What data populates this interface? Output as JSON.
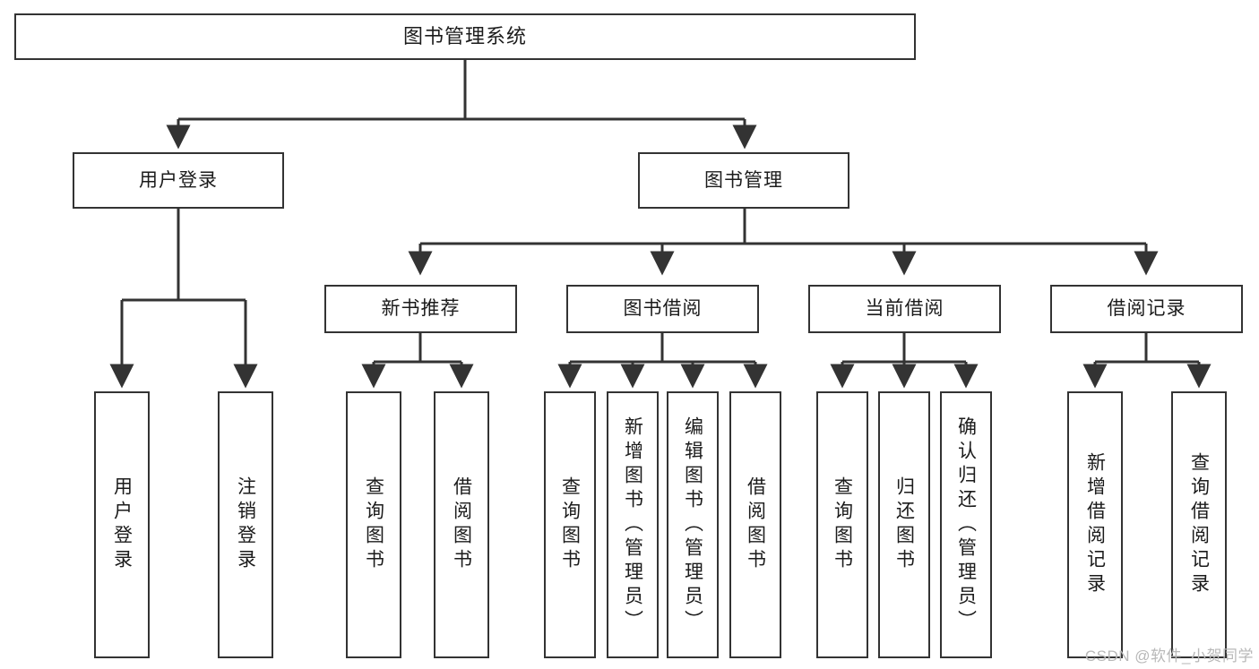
{
  "diagram": {
    "title": "图书管理系统",
    "type": "tree-hierarchy-diagram",
    "colors": {
      "stroke": "#333333",
      "fill": "#ffffff",
      "text": "#1b1b1b",
      "watermark": "#b8b8b8"
    },
    "levels": {
      "root": {
        "label": "图书管理系统"
      },
      "level2": [
        {
          "label": "用户登录"
        },
        {
          "label": "图书管理"
        }
      ],
      "level3": [
        {
          "label": "新书推荐"
        },
        {
          "label": "图书借阅"
        },
        {
          "label": "当前借阅"
        },
        {
          "label": "借阅记录"
        }
      ],
      "leaves": {
        "user_login": [
          {
            "label": "用户登录"
          },
          {
            "label": "注销登录"
          }
        ],
        "new_book_recommend": [
          {
            "label": "查询图书"
          },
          {
            "label": "借阅图书"
          }
        ],
        "book_borrow": [
          {
            "label": "查询图书"
          },
          {
            "label": "新增图书（管理员）"
          },
          {
            "label": "编辑图书（管理员）"
          },
          {
            "label": "借阅图书"
          }
        ],
        "current_borrow": [
          {
            "label": "查询图书"
          },
          {
            "label": "归还图书"
          },
          {
            "label": "确认归还（管理员）"
          }
        ],
        "borrow_record": [
          {
            "label": "新增借阅记录"
          },
          {
            "label": "查询借阅记录"
          }
        ]
      }
    }
  },
  "watermark": {
    "text": "CSDN @软件_小贺同学"
  }
}
